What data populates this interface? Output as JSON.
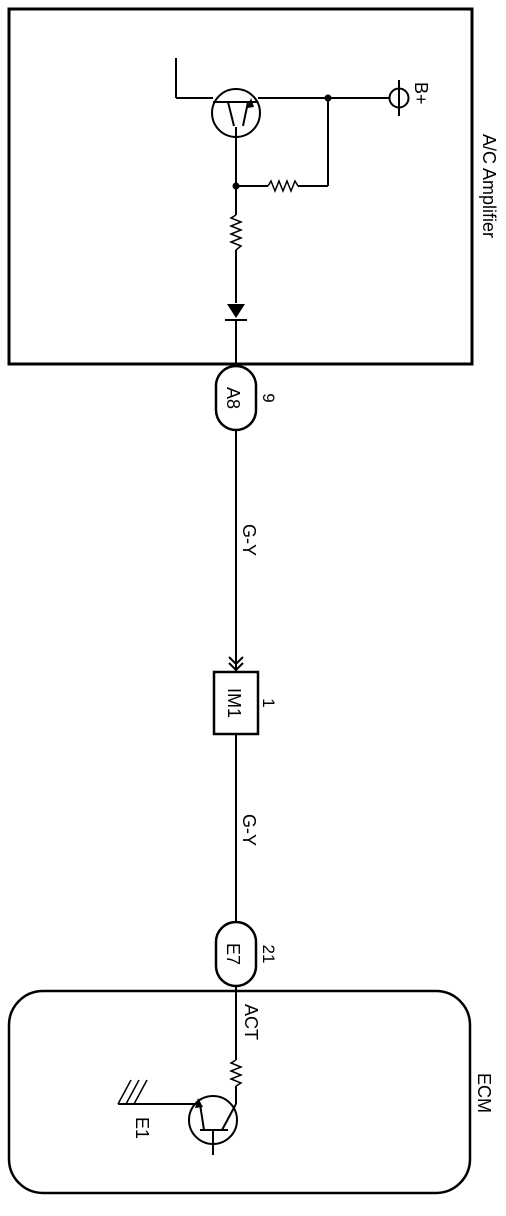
{
  "amplifier": {
    "name": "A/C Amplifier",
    "power_label": "B+"
  },
  "connector_a8": {
    "code": "A8",
    "pin": "9"
  },
  "wire_top": {
    "color_code": "G-Y"
  },
  "connector_im1": {
    "code": "IM1",
    "pin": "1"
  },
  "wire_bottom": {
    "color_code": "G-Y"
  },
  "connector_e7": {
    "code": "E7",
    "pin": "21"
  },
  "ecm": {
    "name": "ECM",
    "signal_label": "ACT",
    "ground_label": "E1"
  }
}
